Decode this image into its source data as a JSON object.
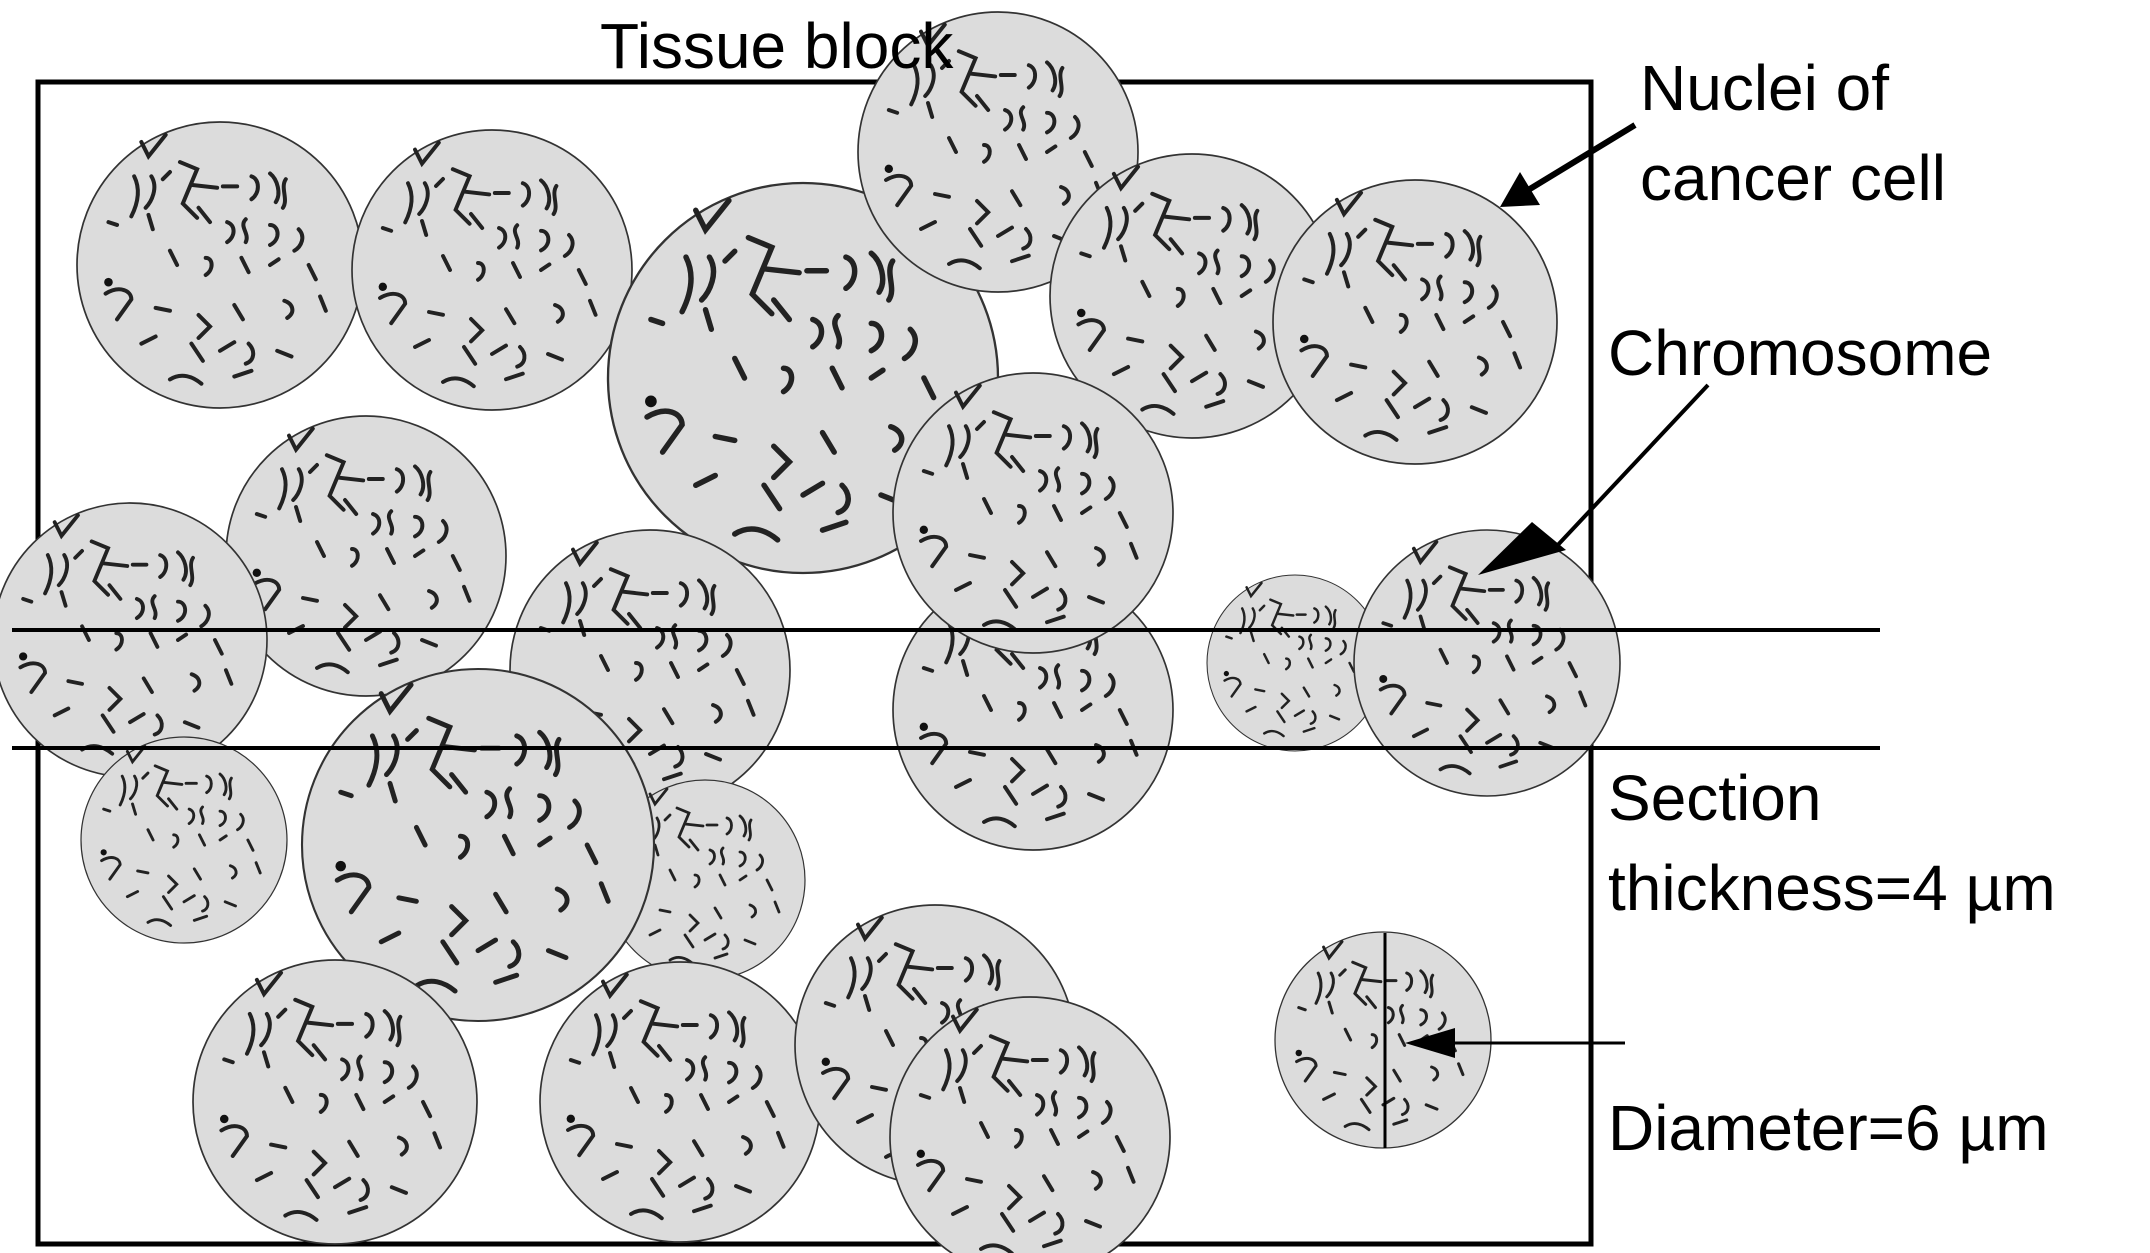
{
  "diagram": {
    "title": "Tissue block",
    "labels": {
      "nuclei": [
        "Nuclei of",
        "cancer cell"
      ],
      "chromosome": "Chromosome",
      "section": [
        "Section",
        "thickness=4 µm"
      ],
      "diameter": "Diameter=6 µm"
    },
    "colors": {
      "nucleus_fill": "#dcdcdc",
      "nucleus_stroke": "#333333",
      "chromosome": "#222222",
      "lines": "#000000"
    }
  }
}
